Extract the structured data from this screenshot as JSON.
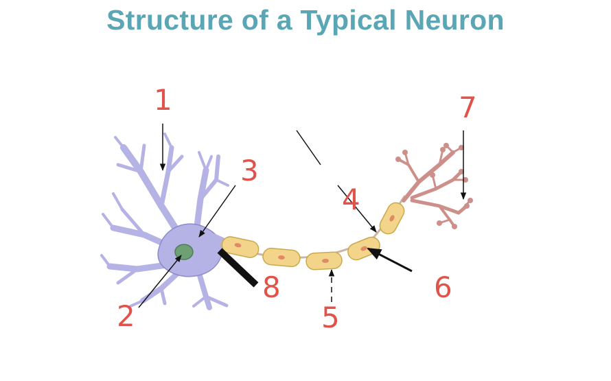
{
  "title": "Structure of a Typical Neuron",
  "labels": {
    "l1": "1",
    "l2": "2",
    "l3": "3",
    "l4": "4",
    "l5": "5",
    "l6": "6",
    "l7": "7",
    "l8": "8"
  },
  "colors": {
    "title": "#5ba6b5",
    "label": "#e0524a",
    "cell_body": "#b5b2e6",
    "cell_outline": "#8e89c9",
    "nucleus": "#6f9f74",
    "myelin": "#f2d58a",
    "myelin_outline": "#c9a94e",
    "terminal": "#cd8f8a",
    "axon_line": "#c9b5a0",
    "arrow": "#111111"
  }
}
